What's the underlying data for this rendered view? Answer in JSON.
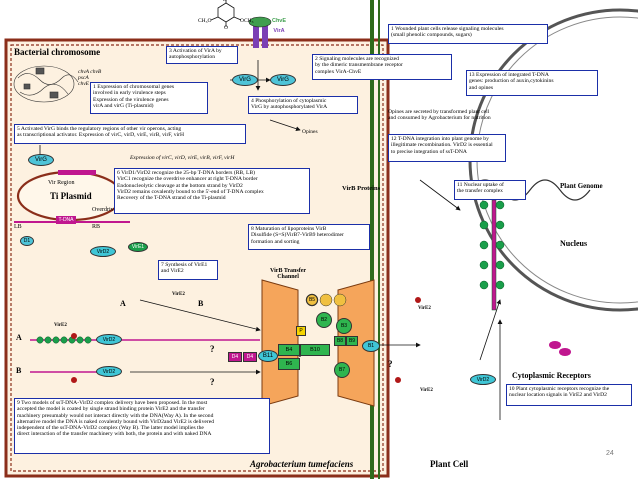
{
  "title": "Agrobacterium tumefaciens",
  "plant_cell_label": "Plant Cell",
  "page_number": "24",
  "labels": {
    "bacterial_chromosome": "Bacterial chromosome",
    "ti_plasmid": "Ti Plasmid",
    "vir_region": "Vir Region",
    "overdrive": "Overdrive",
    "lb": "LB",
    "rb": "RB",
    "plant_genome": "Plant Genome",
    "nucleus": "Nucleus",
    "cytoplasmic_receptors": "Cytoplasmic Receptors",
    "virb_proteins": "VirB Proteins",
    "virb_transfer_channel": "VirB Transfer\nChannel",
    "opines": "Opines",
    "expression_line": "Expression of virC, virD, virE, virB, virF, virH",
    "chv_genes": "chvA chvB\npscA\nchvE",
    "phenol_ch3o": "CH₃O",
    "phenol_och3": "OCH₃",
    "phenol_r": "R",
    "phenol_o": "O",
    "arrow_a": "A",
    "arrow_b": "B",
    "question": "?"
  },
  "chips": {
    "vira": "VirA",
    "chve": "ChvE",
    "virg": "VirG",
    "virg_p1": "VirG",
    "virg_p2": "VirG",
    "vird1": "D1",
    "vird2": "VirD2",
    "vire1": "VirE1",
    "vire2": "VirE2",
    "tdna": "T-DNA",
    "b4": "B4",
    "b10": "B10",
    "b11": "B11",
    "b6": "B6",
    "b8": "B8",
    "b9": "B9",
    "b7": "B7",
    "b1": "B1",
    "b2": "B2",
    "b3": "B3",
    "b5": "B5",
    "d4": "D4",
    "d4b": "D4",
    "p": "P"
  },
  "steps": {
    "s1": "1 Wounded plant cells release signaling molecules\n(small phenolic compounds, sugars)",
    "s2": "2 Signaling molecules are recognized\nby the dimeric transmembrane receptor\ncomplex VirA-ChvE",
    "s3": "3 Activation of VirA by\nautophosphorylation",
    "s4": "4 Phosphorylation of cytoplasmic\nVirG by autophosphorylated VirA",
    "s5": "5 Activated VirG binds the regulatory regions of other vir operons, acting\nas transcriptional activator. Expression of virC, virD, virE, virB, virF, virH",
    "s6": "6 VirD1/VirD2 recognize the 25-bp T-DNA borders (RB, LB)\nVirC1 recognize the overdrive enhancer at right T-DNA border\nEndonucleolytic cleavage at the bottom strand by VirD2\nVirD2 remains covalently bound to the 5'-end of T-DNA complex\nRecovery of the T-DNA strand of the Ti-plasmid",
    "s7": "7 Synthesis of VirE1\nand VirE2",
    "s8": "8 Maturation of lipoproteins VirB\nDisulfide (S=S)VirB7-VirB9 heterodimer\nformation and sorting",
    "s9": "9 Two models of ssT-DNA-VirD2 complex delivery have been proposed. In the most\naccepted the model is coated by single strand binding protein VirE2 and the transfer\nmachinery presumably would not interact directly with the DNA(Way A). In the second\nalternative model the DNA is naked covalently bound with VirD2and VirE2 is delivered\nindependent of the ssT-DNA-VirD2 complex (Way B). The latter model implies the\ndirect interaction of the transfer machinery with both, the protein and with naked DNA",
    "s10": "10 Plant cytoplasmic receptors recognize the\nnuclear location signals in VirE2 and VirD2",
    "s11": "11 Nuclear uptake of\nthe transfer complex",
    "s12": "12 T-DNA integration into plant genome by\nillegitimate recombination. VirD2 is essential\nto precise integration of ssT-DNA",
    "s13": "13 Expression of integrated T-DNA\ngenes: production of auxin,cytokinins\nand opines",
    "s_chromo": "1 Expression of chromosomal genes\ninvolved in early virulence steps\nExpression of the virulence genes\nvirA and virG (Ti-plasmid)",
    "s_opines": "Opines are secreted by transformed plant cell\nand consumed by Agrobacterium for nutrition"
  },
  "colors": {
    "bacterium_wall": "#8b2e1a",
    "cytoplasm_fill": "#fdf1e0",
    "box_border": "#1b2fa8",
    "vird2": "#3fc6d6",
    "vire2": "#1a9e4a",
    "channel": "#f5a55b",
    "magenta": "#c0178f",
    "plant_wall": "#2f6b1c"
  }
}
